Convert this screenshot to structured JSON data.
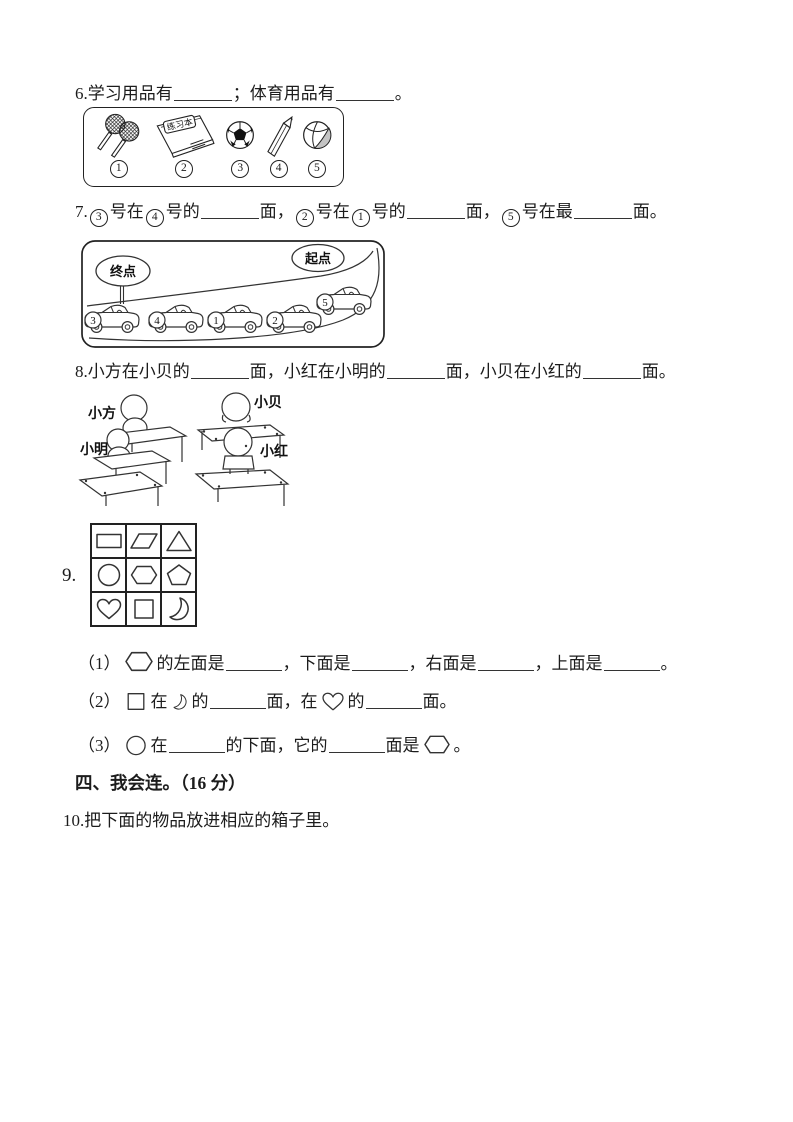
{
  "q6": {
    "line": [
      {
        "text": "6.学习用品有"
      },
      {
        "blank": 58
      },
      {
        "text": "；体育用品有"
      },
      {
        "blank": 58
      },
      {
        "text": "。"
      }
    ],
    "items": [
      {
        "num": "1",
        "name": "table-tennis-rackets"
      },
      {
        "num": "2",
        "name": "exercise-book",
        "label": "练习本"
      },
      {
        "num": "3",
        "name": "soccer-ball"
      },
      {
        "num": "4",
        "name": "pencil"
      },
      {
        "num": "5",
        "name": "beach-ball"
      }
    ]
  },
  "q7": {
    "line": [
      {
        "text": "7."
      },
      {
        "num": "3"
      },
      {
        "text": "号在"
      },
      {
        "num": "4"
      },
      {
        "text": "号的"
      },
      {
        "blank": 58
      },
      {
        "text": "面，"
      },
      {
        "num": "2"
      },
      {
        "text": "号在"
      },
      {
        "num": "1"
      },
      {
        "text": "号的"
      },
      {
        "blank": 58
      },
      {
        "text": "面，"
      },
      {
        "num": "5"
      },
      {
        "text": "号在最"
      },
      {
        "blank": 58
      },
      {
        "text": "面。"
      }
    ],
    "finish_label": "终点",
    "start_label": "起点",
    "cars": [
      "3",
      "4",
      "1",
      "2",
      "5"
    ]
  },
  "q8": {
    "line": [
      {
        "text": "8.小方在小贝的"
      },
      {
        "blank": 58
      },
      {
        "text": "面，小红在小明的"
      },
      {
        "blank": 58
      },
      {
        "text": "面，小贝在小红的"
      },
      {
        "blank": 58
      },
      {
        "text": "面。"
      }
    ],
    "students": {
      "xiaofang": "小方",
      "xiaoming": "小明",
      "xiaobei": "小贝",
      "xiaohong": "小红"
    }
  },
  "q9": {
    "number": "9.",
    "grid": [
      [
        "rectangle",
        "parallelogram",
        "triangle"
      ],
      [
        "circle",
        "hexagon",
        "pentagon"
      ],
      [
        "heart",
        "square",
        "moon"
      ]
    ],
    "sub1": [
      {
        "text": "（1）"
      },
      {
        "shape": "hexagon",
        "w": 32,
        "h": 27
      },
      {
        "text": "的左面是"
      },
      {
        "blank": 56
      },
      {
        "text": "，下面是"
      },
      {
        "blank": 56
      },
      {
        "text": "，右面是"
      },
      {
        "blank": 56
      },
      {
        "text": "，上面是"
      },
      {
        "blank": 56
      },
      {
        "text": "。"
      }
    ],
    "sub2": [
      {
        "text": "（2）"
      },
      {
        "shape": "square",
        "w": 26,
        "h": 23
      },
      {
        "text": "在"
      },
      {
        "shape": "moon",
        "w": 20,
        "h": 22
      },
      {
        "text": "的"
      },
      {
        "blank": 56
      },
      {
        "text": "面，在"
      },
      {
        "shape": "heart",
        "w": 26,
        "h": 23
      },
      {
        "text": "的"
      },
      {
        "blank": 56
      },
      {
        "text": "面。"
      }
    ],
    "sub3": [
      {
        "text": "（3）"
      },
      {
        "shape": "circle",
        "w": 26,
        "h": 23
      },
      {
        "text": "在"
      },
      {
        "blank": 56
      },
      {
        "text": "的下面，它的"
      },
      {
        "blank": 56
      },
      {
        "text": "面是"
      },
      {
        "shape": "hexagon",
        "w": 30,
        "h": 25
      },
      {
        "text": "。"
      }
    ]
  },
  "section4": {
    "heading": "四、我会连。（16 分）"
  },
  "q10": {
    "text": "10.把下面的物品放进相应的箱子里。"
  }
}
